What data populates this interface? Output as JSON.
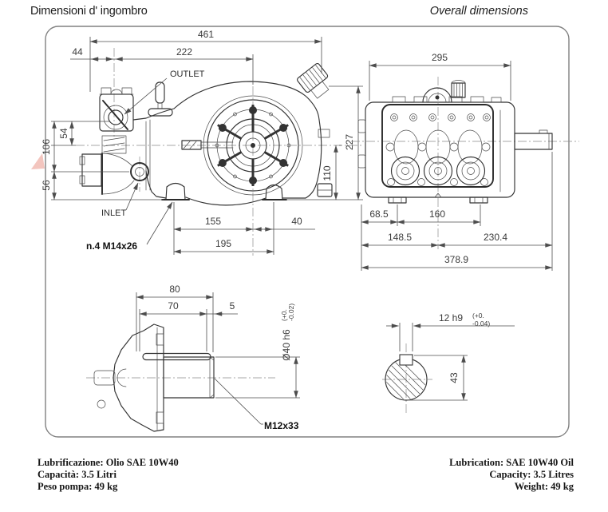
{
  "header": {
    "title_left": "Dimensioni d' ingombro",
    "title_right": "Overall dimensions"
  },
  "side_view": {
    "dim_total_length": "461",
    "dim_outlet_offset": "44",
    "dim_outlet_to_center": "222",
    "outlet_label": "OUTLET",
    "inlet_label": "INLET",
    "dim_outlet_height": "54",
    "dim_port_spacing": "106",
    "dim_inlet_height": "56",
    "mount_holes_label": "n.4 M14x26",
    "dim_foot_to_center": "155",
    "dim_center_to_foot": "40",
    "dim_foot_spacing": "195",
    "dim_total_height": "227",
    "dim_center_height": "110"
  },
  "front_view": {
    "dim_body_width": "295",
    "dim_edge_to_foot": "68.5",
    "dim_foot_spacing": "160",
    "dim_edge_to_center": "148.5",
    "dim_center_to_shaft_end": "230.4",
    "dim_total_width": "378.9"
  },
  "shaft_detail": {
    "dim_shaft_length": "80",
    "dim_key_length": "70",
    "dim_key_end_offset": "5",
    "shaft_diameter_label": "Ø40 h6",
    "shaft_tolerance_upper": "(+0.",
    "shaft_tolerance_lower": "-0.02)",
    "key_thread_label": "M12x33"
  },
  "key_section": {
    "key_width_label": "12 h9",
    "key_tolerance_upper": "(+0.",
    "key_tolerance_lower": "-0.04)",
    "dim_key_to_bottom": "43"
  },
  "footer": {
    "italian": [
      "Lubrificazione: Olio SAE 10W40",
      "Capacità: 3.5 Litri",
      "Peso pompa: 49 kg"
    ],
    "english": [
      "Lubrication: SAE 10W40 Oil",
      "Capacity: 3.5 Litres",
      "Weight: 49 kg"
    ]
  },
  "colors": {
    "drawing_line": "#333333",
    "dimension_line": "#4d4d4d",
    "border": "#808080",
    "artifact_pink": "#f0b7ae"
  }
}
